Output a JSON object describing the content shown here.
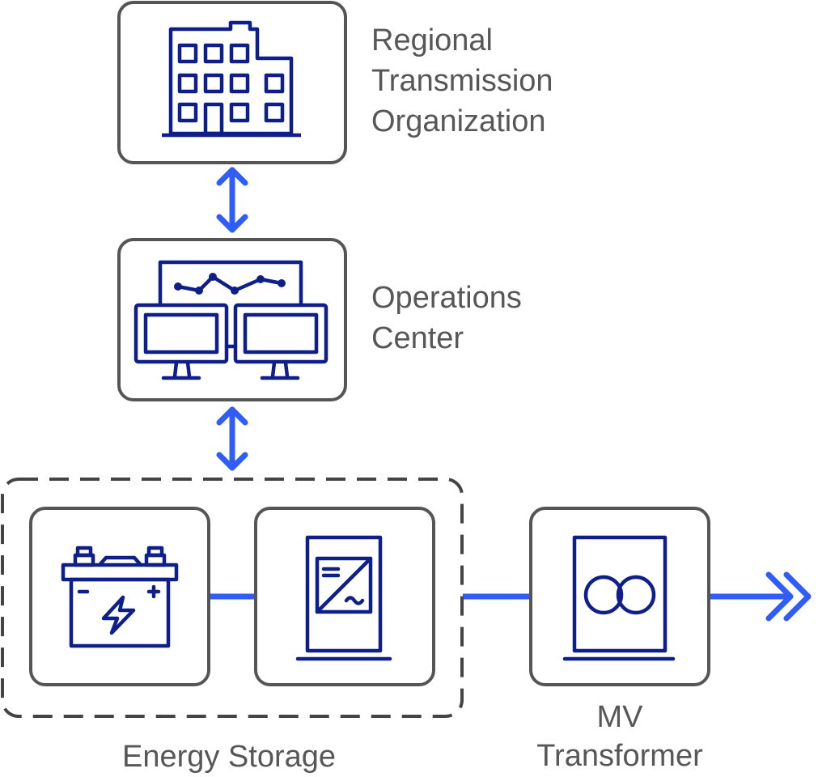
{
  "nodes": {
    "rto": {
      "label_lines": [
        "Regional",
        "Transmission",
        "Organization"
      ],
      "icon": "office-building-icon"
    },
    "ops": {
      "label_lines": [
        "Operations",
        "Center"
      ],
      "icon": "monitoring-workstation-icon"
    },
    "storage_group": {
      "label": "Energy Storage"
    },
    "battery": {
      "icon": "battery-icon"
    },
    "inverter": {
      "icon": "inverter-icon"
    },
    "transformer": {
      "label_lines": [
        "MV",
        "Transformer"
      ],
      "icon": "transformer-icon"
    }
  },
  "colors": {
    "icon": "#0f1f8a",
    "connector": "#2f5df5",
    "box_border": "#555555",
    "label": "#575757"
  }
}
